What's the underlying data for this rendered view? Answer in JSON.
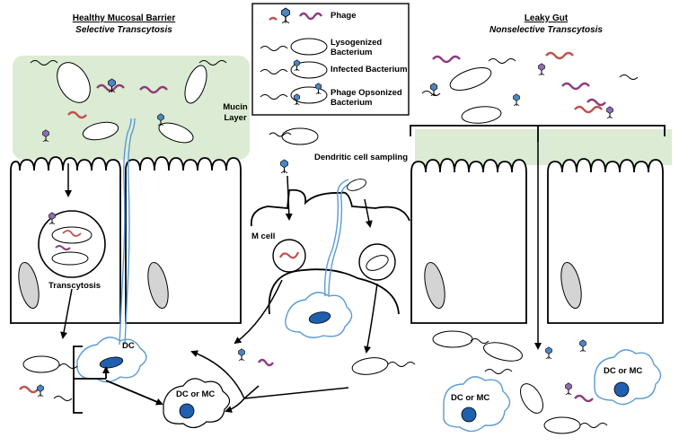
{
  "panels": {
    "healthy": {
      "title": "Healthy Mucosal Barrier",
      "subtitle": "Selective Transcytosis"
    },
    "leaky": {
      "title": "Leaky Gut",
      "subtitle": "Nonselective Transcytosis"
    }
  },
  "legend": {
    "phage": "Phage",
    "lysogenized": "Lysogenized Bacterium",
    "infected": "Infected Bacterium",
    "opsonized": "Phage Opsonized Bacterium"
  },
  "labels": {
    "mucin": "Mucin Layer",
    "dendritic_sampling": "Dendritic cell sampling",
    "m_cell": "M cell",
    "transcytosis": "Transcytosis",
    "dc": "DC",
    "dc_or_mc": "DC or MC"
  },
  "colors": {
    "mucus": "#dcebd3",
    "dendrite": "#5b9bd5",
    "nucleus": "#1f5fae",
    "phage_head": "#4a86c5",
    "phage_alt": "#8e6bb5",
    "bacterium_red": "#c0504d",
    "bacterium_purple": "#8e3a7a"
  }
}
